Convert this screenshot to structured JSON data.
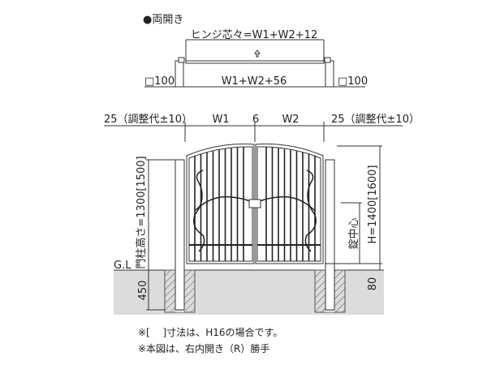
{
  "title": "●両開き",
  "plan": {
    "hinge_dim": "ヒンジ芯々=W1+W2+12",
    "post_left": "□100",
    "overall_dim": "W1+W2+56",
    "post_right": "□100",
    "arrow_icon": "up-outline-arrow"
  },
  "elevation": {
    "adjust_left": "25（調整代±10）",
    "w1": "W1",
    "gap": "6",
    "w2": "W2",
    "adjust_right": "25（調整代±10）",
    "post_height": "門柱高さ=1300[1500]",
    "gl": "G.L",
    "embed_depth": "450",
    "gate_height": "H=1400[1600]",
    "lock_center": "錠中心",
    "clearance": "80"
  },
  "notes": [
    "※[　 ]寸法は、H16の場合です。",
    "※本図は、右内開き（R）勝手"
  ],
  "colors": {
    "ground": "#dcdcdc",
    "line": "#333333"
  }
}
